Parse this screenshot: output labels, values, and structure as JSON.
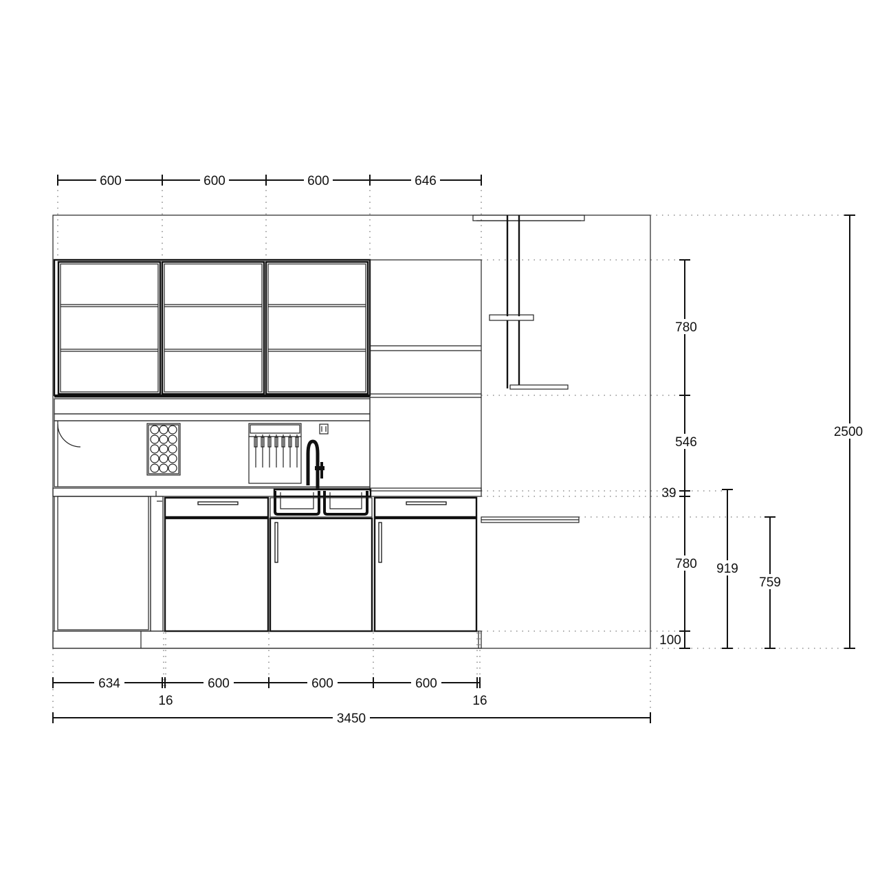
{
  "drawing": {
    "top_widths": [
      "600",
      "600",
      "600",
      "646"
    ],
    "bottom_widths": [
      "634",
      "600",
      "600",
      "600"
    ],
    "fillers": [
      "16",
      "16"
    ],
    "total_width": "3450",
    "right_heights": [
      "780",
      "546",
      "39",
      "780",
      "100"
    ],
    "heights_919": "919",
    "heights_759": "759",
    "total_height": "2500"
  },
  "colors": {
    "line": "#222222",
    "background": "#ffffff"
  }
}
